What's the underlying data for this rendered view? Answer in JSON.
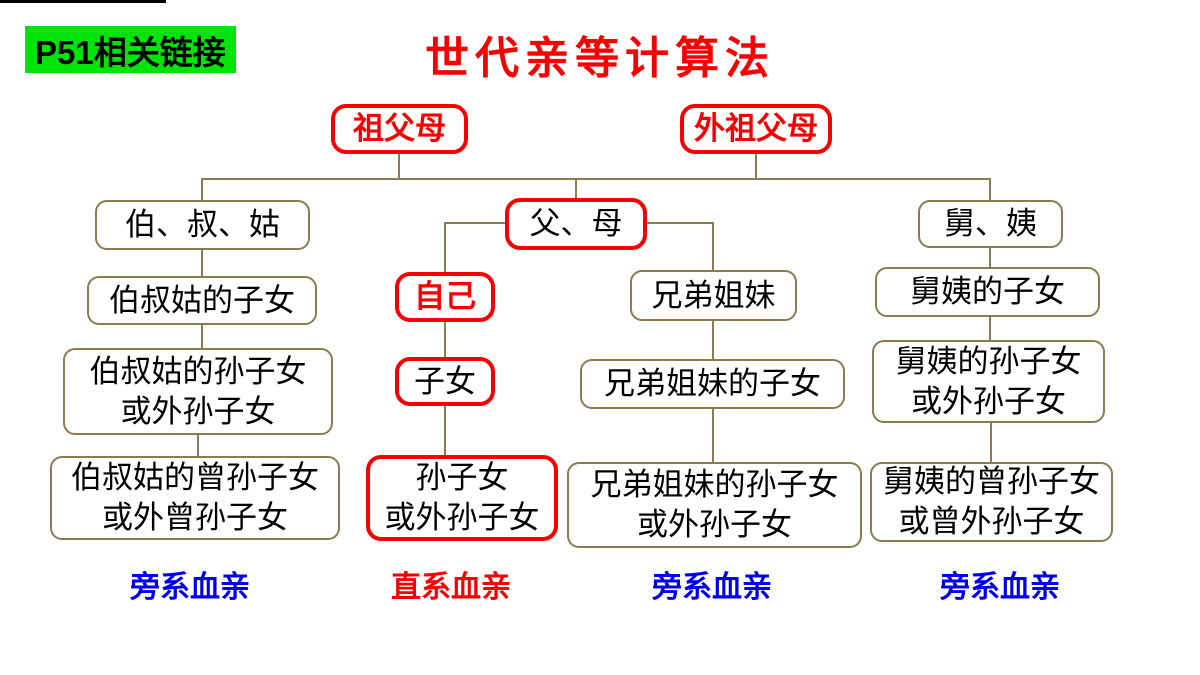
{
  "header": {
    "link_label": "P51相关链接",
    "title": "世代亲等计算法"
  },
  "colors": {
    "accent_red": "#F70000",
    "line_olive": "#8A7C4E",
    "label_blue": "#0000EE",
    "highlight_green": "#00E40A"
  },
  "nodes": {
    "zufumu": "祖父母",
    "waizufumu": "外祖父母",
    "boshugu": "伯、叔、姑",
    "fumu": "父、母",
    "jiuyi": "舅、姨",
    "boshugu_zinv": "伯叔姑的子女",
    "ziji": "自己",
    "xiongdijiemei": "兄弟姐妹",
    "jiuyi_zinv": "舅姨的子女",
    "boshugu_sunzinv": "伯叔姑的孙子女\n或外孙子女",
    "zinv": "子女",
    "xiongdijiemei_zinv": "兄弟姐妹的子女",
    "jiuyi_sunzinv": "舅姨的孙子女\n或外孙子女",
    "boshugu_zengsunzinv": "伯叔姑的曾孙子女\n或外曾孙子女",
    "sunzinv": "孙子女\n或外孙子女",
    "xiongdijiemei_sunzinv": "兄弟姐妹的孙子女\n或外孙子女",
    "jiuyi_zengsunzinv": "舅姨的曾孙子女\n或曾外孙子女"
  },
  "footer_labels": [
    {
      "text": "旁系血亲",
      "type": "collateral"
    },
    {
      "text": "直系血亲",
      "type": "direct"
    },
    {
      "text": "旁系血亲",
      "type": "collateral"
    },
    {
      "text": "旁系血亲",
      "type": "collateral"
    }
  ]
}
